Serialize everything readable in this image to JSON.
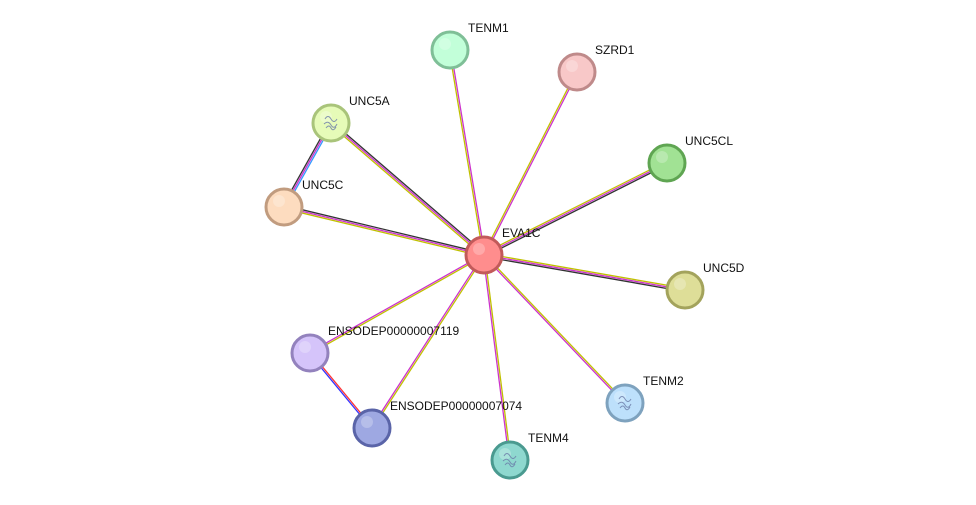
{
  "network": {
    "center_node": "EVA1C",
    "nodes": [
      {
        "id": "EVA1C",
        "label": "EVA1C",
        "fill": "#ff8d8d",
        "stroke": "#c25a5a",
        "icon": ""
      },
      {
        "id": "TENM1",
        "label": "TENM1",
        "fill": "#c2ffd9",
        "stroke": "#7fbf97",
        "icon": ""
      },
      {
        "id": "SZRD1",
        "label": "SZRD1",
        "fill": "#f8c8c8",
        "stroke": "#bf8a8a",
        "icon": ""
      },
      {
        "id": "UNC5A",
        "label": "UNC5A",
        "fill": "#e6fbb8",
        "stroke": "#a9c47a",
        "icon": "protein-structure-icon"
      },
      {
        "id": "UNC5CL",
        "label": "UNC5CL",
        "fill": "#a1e294",
        "stroke": "#5fa552",
        "icon": ""
      },
      {
        "id": "UNC5C",
        "label": "UNC5C",
        "fill": "#fddcbf",
        "stroke": "#c19c7f",
        "icon": ""
      },
      {
        "id": "UNC5D",
        "label": "UNC5D",
        "fill": "#dede98",
        "stroke": "#a3a35c",
        "icon": ""
      },
      {
        "id": "ENSODEP00000007119",
        "label": "ENSODEP00000007119",
        "fill": "#d5c4fa",
        "stroke": "#9382bd",
        "icon": ""
      },
      {
        "id": "TENM2",
        "label": "TENM2",
        "fill": "#bde0fb",
        "stroke": "#7ea2be",
        "icon": "protein-structure-icon"
      },
      {
        "id": "ENSODEP00000007074",
        "label": "ENSODEP00000007074",
        "fill": "#9ea8e2",
        "stroke": "#5a64a8",
        "icon": ""
      },
      {
        "id": "TENM4",
        "label": "TENM4",
        "fill": "#8ed8cf",
        "stroke": "#4a9a90",
        "icon": "protein-structure-icon"
      }
    ],
    "edges": [
      {
        "source": "EVA1C",
        "target": "TENM1",
        "colors": [
          "#c0c000",
          "#cc33cc"
        ]
      },
      {
        "source": "EVA1C",
        "target": "SZRD1",
        "colors": [
          "#c0c000",
          "#cc33cc"
        ]
      },
      {
        "source": "EVA1C",
        "target": "UNC5A",
        "colors": [
          "#c0c000",
          "#cc33cc",
          "#333333"
        ]
      },
      {
        "source": "EVA1C",
        "target": "UNC5CL",
        "colors": [
          "#c0c000",
          "#cc33cc",
          "#333333"
        ]
      },
      {
        "source": "EVA1C",
        "target": "UNC5C",
        "colors": [
          "#c0c000",
          "#cc33cc",
          "#333333"
        ]
      },
      {
        "source": "EVA1C",
        "target": "UNC5D",
        "colors": [
          "#c0c000",
          "#cc33cc",
          "#333333"
        ]
      },
      {
        "source": "EVA1C",
        "target": "ENSODEP00000007119",
        "colors": [
          "#c0c000",
          "#cc33cc"
        ]
      },
      {
        "source": "EVA1C",
        "target": "TENM2",
        "colors": [
          "#c0c000",
          "#cc33cc"
        ]
      },
      {
        "source": "EVA1C",
        "target": "ENSODEP00000007074",
        "colors": [
          "#c0c000",
          "#cc33cc"
        ]
      },
      {
        "source": "EVA1C",
        "target": "TENM4",
        "colors": [
          "#c0c000",
          "#cc33cc"
        ]
      },
      {
        "source": "UNC5A",
        "target": "UNC5C",
        "colors": [
          "#3399ff",
          "#cc33cc",
          "#333333"
        ]
      },
      {
        "source": "ENSODEP00000007119",
        "target": "ENSODEP00000007074",
        "colors": [
          "#ff3333",
          "#3333ff"
        ]
      }
    ]
  }
}
